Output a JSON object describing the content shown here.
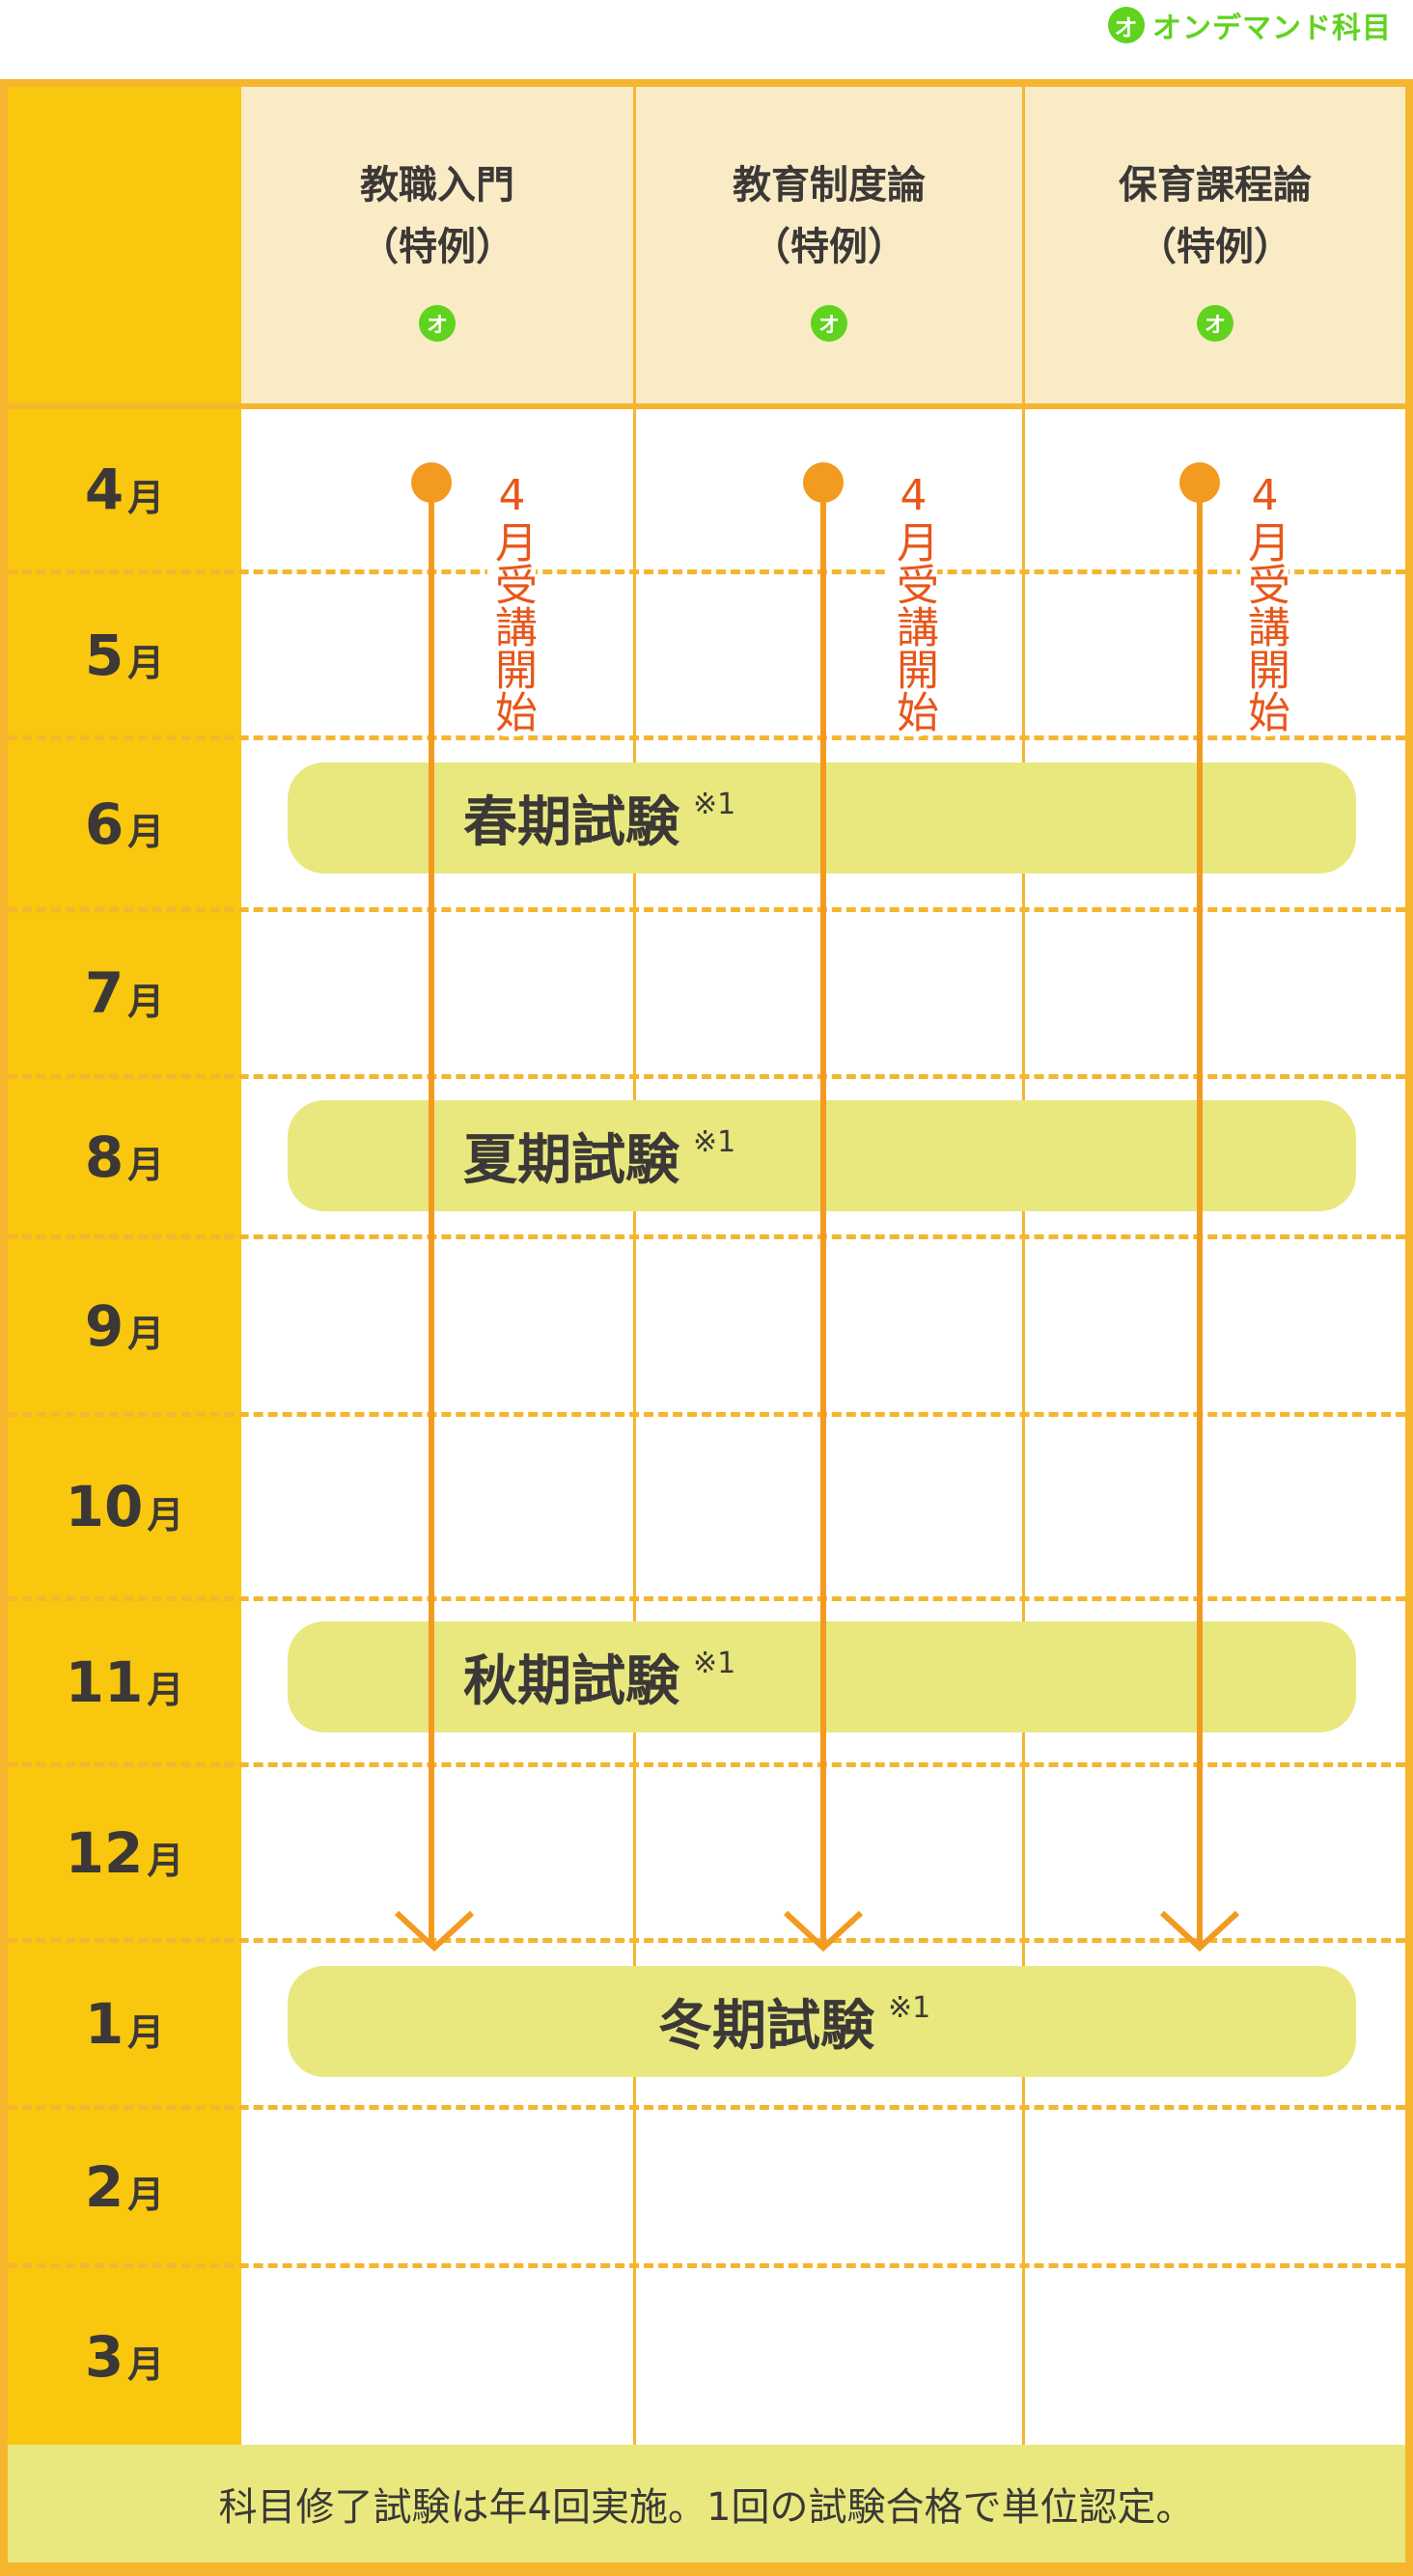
{
  "legend": {
    "badge": "オ",
    "label": "オンデマンド科目",
    "color": "#5FD31E"
  },
  "columns": [
    {
      "title_line1": "教職入門",
      "title_line2": "（特例）",
      "badge": "オ"
    },
    {
      "title_line1": "教育制度論",
      "title_line2": "（特例）",
      "badge": "オ"
    },
    {
      "title_line1": "保育課程論",
      "title_line2": "（特例）",
      "badge": "オ"
    }
  ],
  "months": [
    {
      "num": "4",
      "unit": "月"
    },
    {
      "num": "5",
      "unit": "月"
    },
    {
      "num": "6",
      "unit": "月"
    },
    {
      "num": "7",
      "unit": "月"
    },
    {
      "num": "8",
      "unit": "月"
    },
    {
      "num": "9",
      "unit": "月"
    },
    {
      "num": "10",
      "unit": "月"
    },
    {
      "num": "11",
      "unit": "月"
    },
    {
      "num": "12",
      "unit": "月"
    },
    {
      "num": "1",
      "unit": "月"
    },
    {
      "num": "2",
      "unit": "月"
    },
    {
      "num": "3",
      "unit": "月"
    }
  ],
  "start_label": "4月受講開始",
  "exams": [
    {
      "label": "春期試験",
      "note": "※1",
      "month": "6月"
    },
    {
      "label": "夏期試験",
      "note": "※1",
      "month": "8月"
    },
    {
      "label": "秋期試験",
      "note": "※1",
      "month": "11月"
    },
    {
      "label": "冬期試験",
      "note": "※1",
      "month": "1月"
    }
  ],
  "footer": "科目修了試験は年4回実施。1回の試験合格で単位認定。",
  "colors": {
    "frame": "#F6B52E",
    "month_column": "#F9C70D",
    "header_bg": "#F9EBC6",
    "exam_bar": "#E8E87E",
    "arrow": "#F39A20",
    "start_text": "#E8561A"
  }
}
